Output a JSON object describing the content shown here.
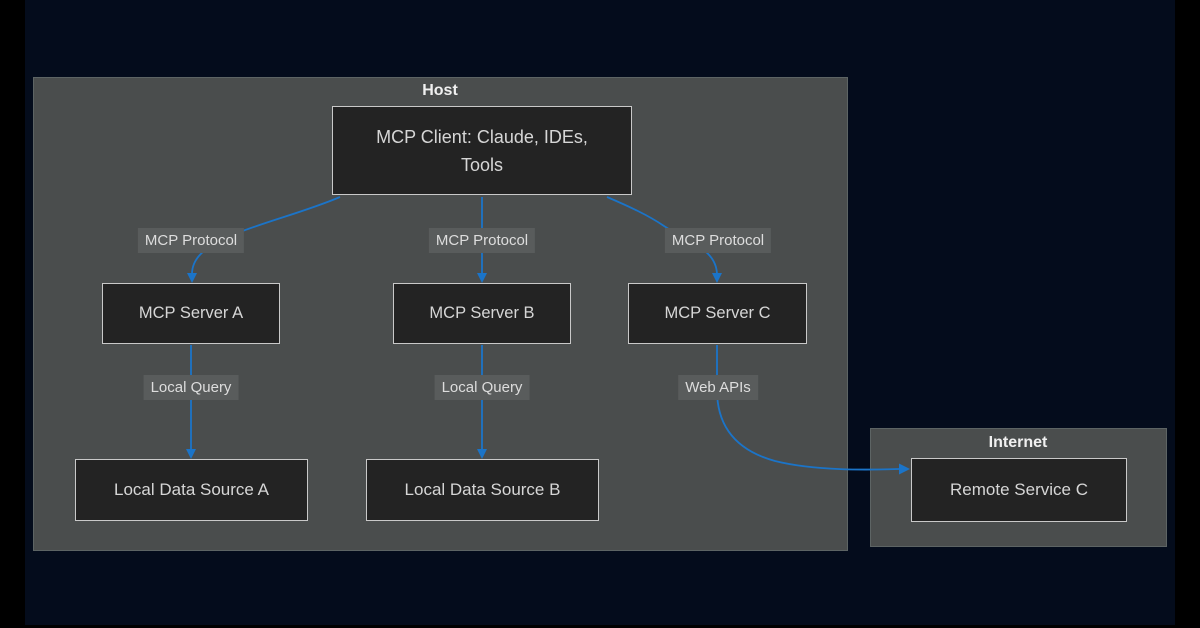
{
  "colors": {
    "background": "#040c1c",
    "frame_bars": "#000000",
    "panel_fill": "#4a4d4d",
    "panel_border": "#5d6464",
    "node_fill": "#232323",
    "node_border": "#c9c9c9",
    "node_text": "#d6d6d6",
    "edge_blue": "#1b74c8",
    "chip_bg": "#595c5c",
    "chip_text": "#dddddd",
    "title_text": "#f0f0f0"
  },
  "host_panel": {
    "title": "Host"
  },
  "internet_panel": {
    "title": "Internet"
  },
  "nodes": {
    "client": {
      "label_lines": [
        "MCP Client: Claude, IDEs,",
        "Tools"
      ]
    },
    "server_a": {
      "label": "MCP Server A"
    },
    "server_b": {
      "label": "MCP Server B"
    },
    "server_c": {
      "label": "MCP Server C"
    },
    "data_a": {
      "label": "Local Data Source A"
    },
    "data_b": {
      "label": "Local Data Source B"
    },
    "remote_c": {
      "label": "Remote Service C"
    }
  },
  "edge_labels": {
    "protocol_a": "MCP Protocol",
    "protocol_b": "MCP Protocol",
    "protocol_c": "MCP Protocol",
    "query_a": "Local Query",
    "query_b": "Local Query",
    "web_apis": "Web APIs"
  }
}
